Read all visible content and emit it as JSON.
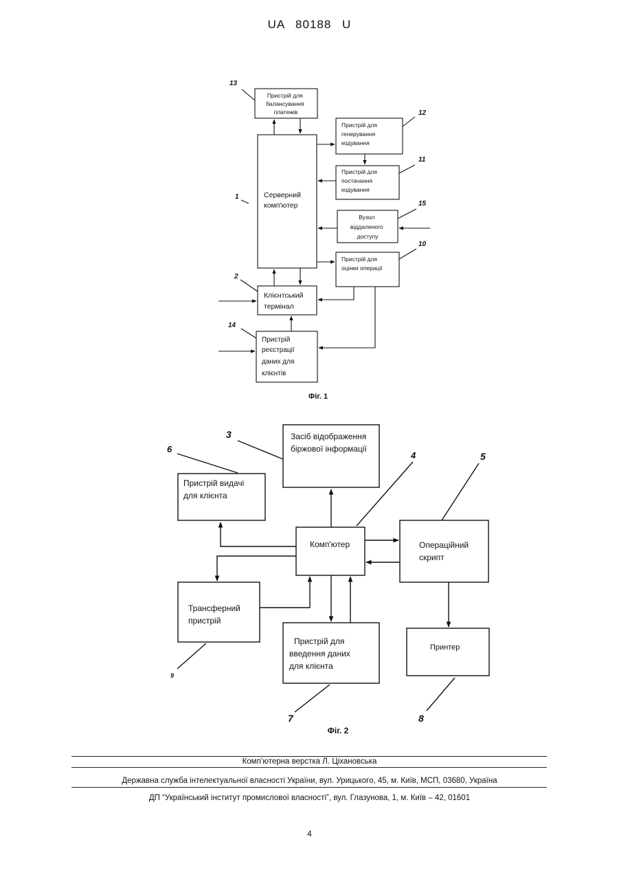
{
  "header": {
    "doc_id": "UA   80188   U"
  },
  "fig1": {
    "caption": "Фіг. 1",
    "boxes": {
      "payment_balancing": [
        "Пристрій для",
        "балансування",
        "платежів"
      ],
      "server": [
        "Серверний",
        "комп'ютер"
      ],
      "generate": [
        "Пристрій для",
        "генерування",
        "кодування"
      ],
      "supply": [
        "Пристрій для",
        "постачання",
        "кодування"
      ],
      "remote": [
        "Вузол",
        "віддаленого",
        "доступу"
      ],
      "evaluate": [
        "Пристрій для",
        "оцінки операції"
      ],
      "terminal": [
        "Клієнтський",
        "термінал"
      ],
      "registration": [
        "Пристрій",
        "реєстрації",
        "даних для",
        "клієнтів"
      ]
    },
    "numbers": {
      "n13": "13",
      "n12": "12",
      "n11": "11",
      "n1": "1",
      "n15": "15",
      "n10": "10",
      "n2": "2",
      "n14": "14"
    }
  },
  "fig2": {
    "caption": "Фіг. 2",
    "boxes": {
      "display": [
        "Засіб відображення",
        "біржової інформації"
      ],
      "output": [
        "Пристрій видачі",
        "для клієнта"
      ],
      "computer": [
        "Комп'ютер"
      ],
      "script": [
        "Операційний",
        "скрипт"
      ],
      "transfer": [
        "Трансферний",
        "пристрій"
      ],
      "input": [
        "Пристрій для",
        "введення даних",
        "для клієнта"
      ],
      "printer": [
        "Принтер"
      ]
    },
    "numbers": {
      "n3": "3",
      "n6": "6",
      "n4": "4",
      "n5": "5",
      "n9": "9",
      "n7": "7",
      "n8": "8"
    }
  },
  "footer": {
    "layout": "Комп’ютерна верстка Л. Ціхановська",
    "service": "Державна служба інтелектуальної власності України, вул. Урицького, 45, м. Київ, МСП, 03680, Україна",
    "institute": "ДП “Український інститут промислової власності”, вул. Глазунова, 1, м. Київ – 42, 01601",
    "page_number": "4"
  }
}
